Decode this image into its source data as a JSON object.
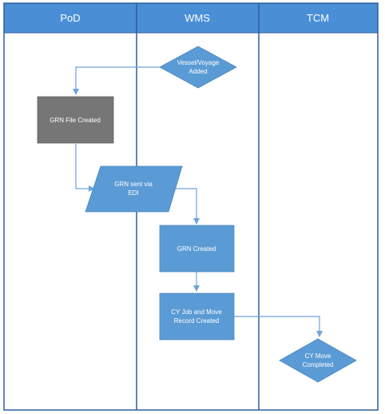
{
  "diagram": {
    "lanes": [
      {
        "id": "pod",
        "title": "PoD"
      },
      {
        "id": "wms",
        "title": "WMS"
      },
      {
        "id": "tcm",
        "title": "TCM"
      }
    ],
    "nodes": [
      {
        "id": "vessel",
        "shape": "diamond",
        "lines": [
          "Vessel/Voyage",
          "Added"
        ]
      },
      {
        "id": "grn-file",
        "shape": "rect-gray",
        "lines": [
          "GRN File Created"
        ]
      },
      {
        "id": "grn-edi",
        "shape": "parallelogram",
        "lines": [
          "GRN sent via",
          "EDI"
        ]
      },
      {
        "id": "grn-created",
        "shape": "rect",
        "lines": [
          "GRN Created"
        ]
      },
      {
        "id": "cy-job",
        "shape": "rect",
        "lines": [
          "CY Job and Move",
          "Record Created"
        ]
      },
      {
        "id": "cy-move",
        "shape": "diamond",
        "lines": [
          "CY Move",
          "Completed"
        ]
      }
    ],
    "edges": [
      {
        "from": "vessel",
        "to": "grn-file"
      },
      {
        "from": "grn-file",
        "to": "grn-edi"
      },
      {
        "from": "grn-edi",
        "to": "grn-created"
      },
      {
        "from": "grn-created",
        "to": "cy-job"
      },
      {
        "from": "cy-job",
        "to": "cy-move"
      }
    ],
    "colors": {
      "header": "#4a8fd6",
      "lane_border": "#2f5f9e",
      "node_blue": "#5b9bd5",
      "node_gray": "#767676",
      "connector": "#6fa5dc"
    }
  }
}
